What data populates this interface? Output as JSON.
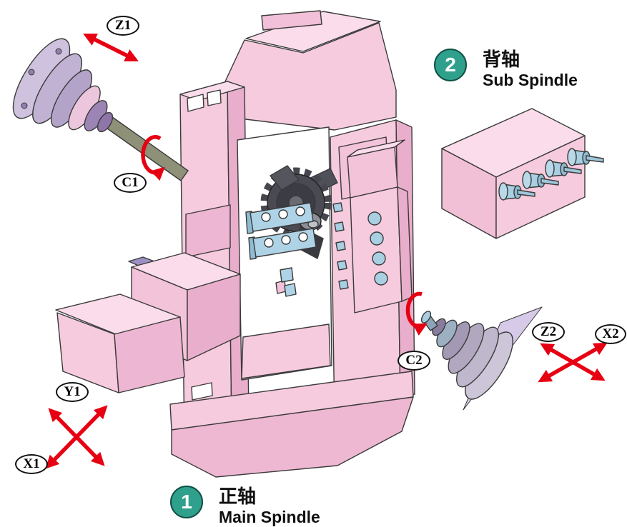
{
  "axes": {
    "z1": "Z1",
    "c1": "C1",
    "y1": "Y1",
    "x1": "X1",
    "c2": "C2",
    "z2": "Z2",
    "x2": "X2"
  },
  "legend": {
    "main": {
      "number": "1",
      "label_zh": "正轴",
      "label_en": "Main Spindle"
    },
    "sub": {
      "number": "2",
      "label_zh": "背轴",
      "label_en": "Sub Spindle"
    }
  },
  "colors": {
    "machine_body": "#f6cbdd",
    "machine_shade": "#e9aecb",
    "machine_light": "#fbdcea",
    "chuck_purple": "#b4a3c9",
    "tool_blue": "#a9cfe2",
    "tool_dark": "#4a4a52",
    "arrow_red": "#e60012",
    "legend_teal": "#2fa08c"
  }
}
